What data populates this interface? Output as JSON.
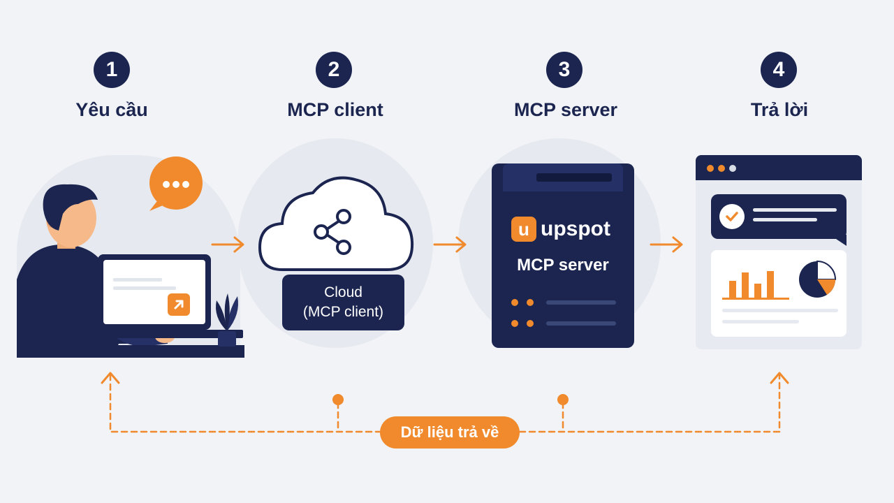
{
  "steps": [
    {
      "number": "1",
      "label": "Yêu cầu"
    },
    {
      "number": "2",
      "label": "MCP client"
    },
    {
      "number": "3",
      "label": "MCP server"
    },
    {
      "number": "4",
      "label": "Trả lời"
    }
  ],
  "cloud": {
    "line1": "Cloud",
    "line2": "(MCP client)"
  },
  "server": {
    "brand_mark": "u",
    "brand_name": "upspot",
    "caption": "MCP server"
  },
  "return_flow": {
    "label": "Dữ liệu trả về"
  },
  "colors": {
    "navy": "#1b2550",
    "orange": "#f08a2c",
    "background": "#f1f3f6"
  },
  "icons": [
    "chat-bubble-icon",
    "share-icon",
    "check-icon",
    "bar-chart-icon",
    "pie-chart-icon",
    "arrow-right-icon",
    "arrow-up-icon",
    "external-link-icon"
  ]
}
